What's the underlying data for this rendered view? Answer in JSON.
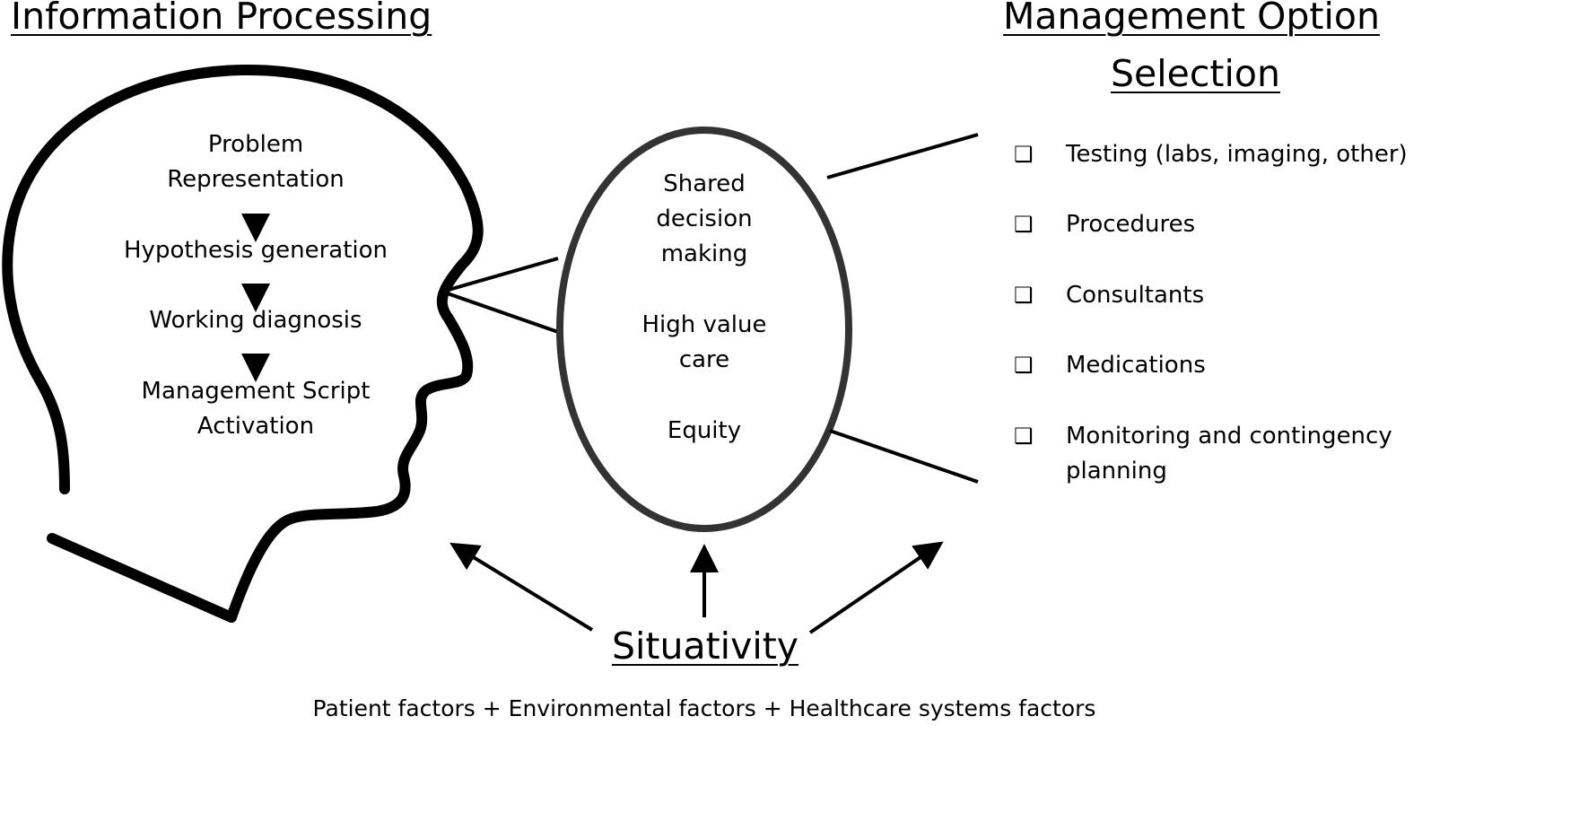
{
  "left_title": "Information Processing",
  "right_title_line1": "Management Option",
  "right_title_line2": "Selection",
  "process_steps": [
    {
      "line1": "Problem",
      "line2": "Representation"
    },
    {
      "line1": "Hypothesis generation"
    },
    {
      "line1": "Working diagnosis"
    },
    {
      "line1": "Management Script",
      "line2": "Activation"
    }
  ],
  "oval_items": [
    {
      "line1": "Shared",
      "line2": "decision",
      "line3": "making"
    },
    {
      "line1": "High value",
      "line2": "care"
    },
    {
      "line1": "Equity"
    }
  ],
  "options": [
    {
      "icon": "checkbox-icon",
      "label": "Testing (labs, imaging, other)"
    },
    {
      "icon": "checkbox-icon",
      "label": "Procedures"
    },
    {
      "icon": "checkbox-icon",
      "label": "Consultants"
    },
    {
      "icon": "checkbox-icon",
      "label": "Medications"
    },
    {
      "icon": "checkbox-icon",
      "label": "Monitoring and contingency",
      "label2": "planning"
    }
  ],
  "checkbox_glyph": "❑",
  "situativity_title": "Situativity",
  "situativity_factors": "Patient factors + Environmental factors + Healthcare systems factors",
  "colors": {
    "line": "#000000",
    "oval": "#333333"
  }
}
